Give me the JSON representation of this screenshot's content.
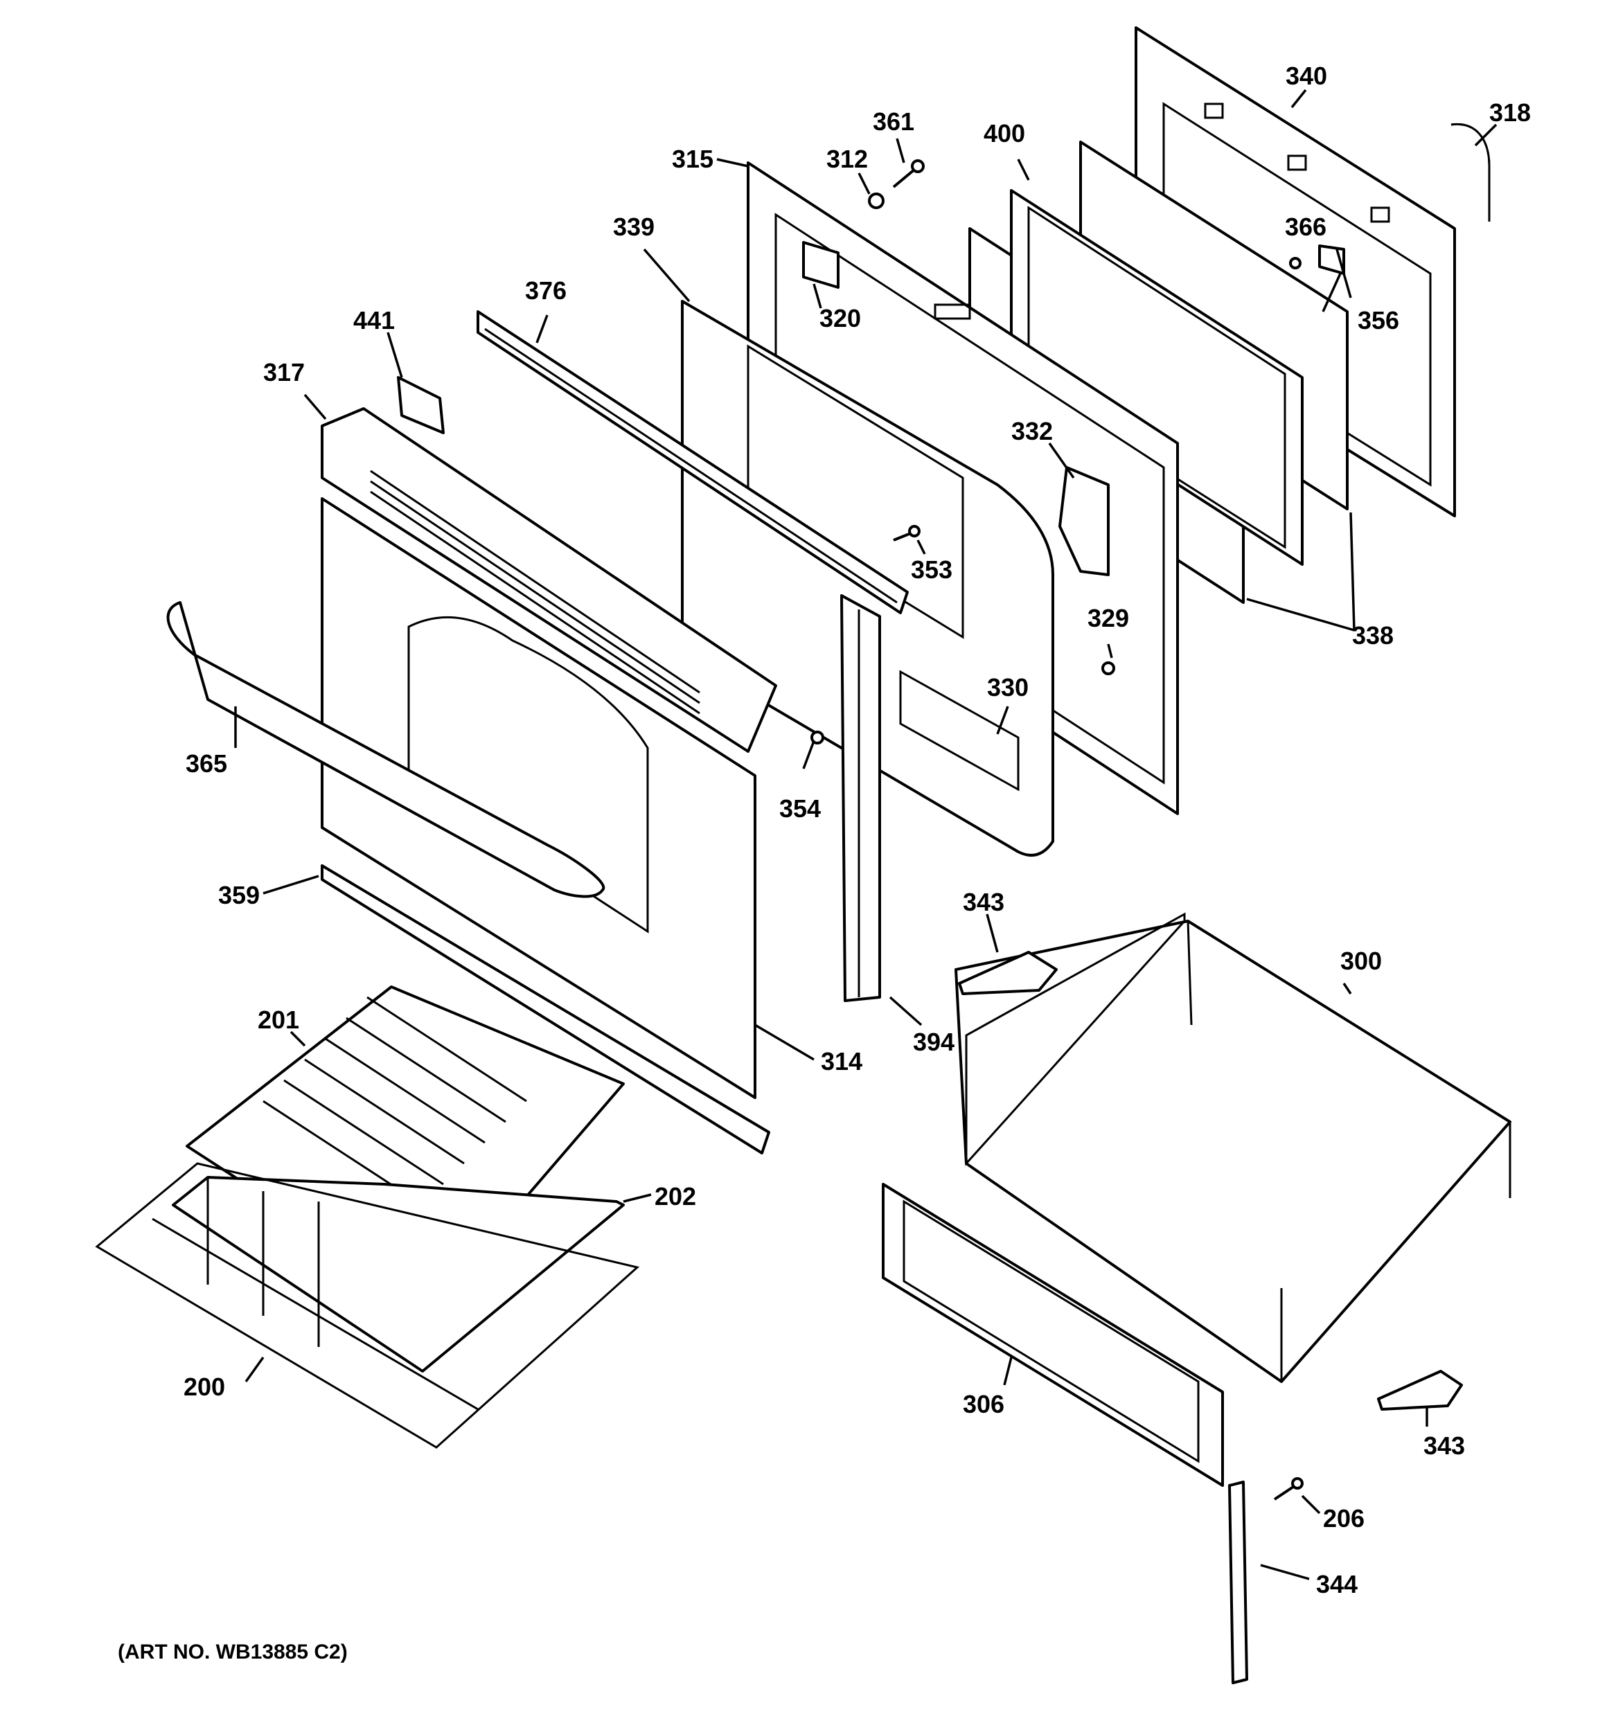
{
  "art_number": "(ART NO. WB13885 C2)",
  "callouts": {
    "c200": "200",
    "c201": "201",
    "c202": "202",
    "c206": "206",
    "c300": "300",
    "c306": "306",
    "c312": "312",
    "c314": "314",
    "c315": "315",
    "c317": "317",
    "c318": "318",
    "c320": "320",
    "c329": "329",
    "c330": "330",
    "c332": "332",
    "c338": "338",
    "c339": "339",
    "c340": "340",
    "c343a": "343",
    "c343b": "343",
    "c344": "344",
    "c353": "353",
    "c354": "354",
    "c356": "356",
    "c359": "359",
    "c361": "361",
    "c365": "365",
    "c366": "366",
    "c376": "376",
    "c394": "394",
    "c400": "400",
    "c441": "441"
  }
}
